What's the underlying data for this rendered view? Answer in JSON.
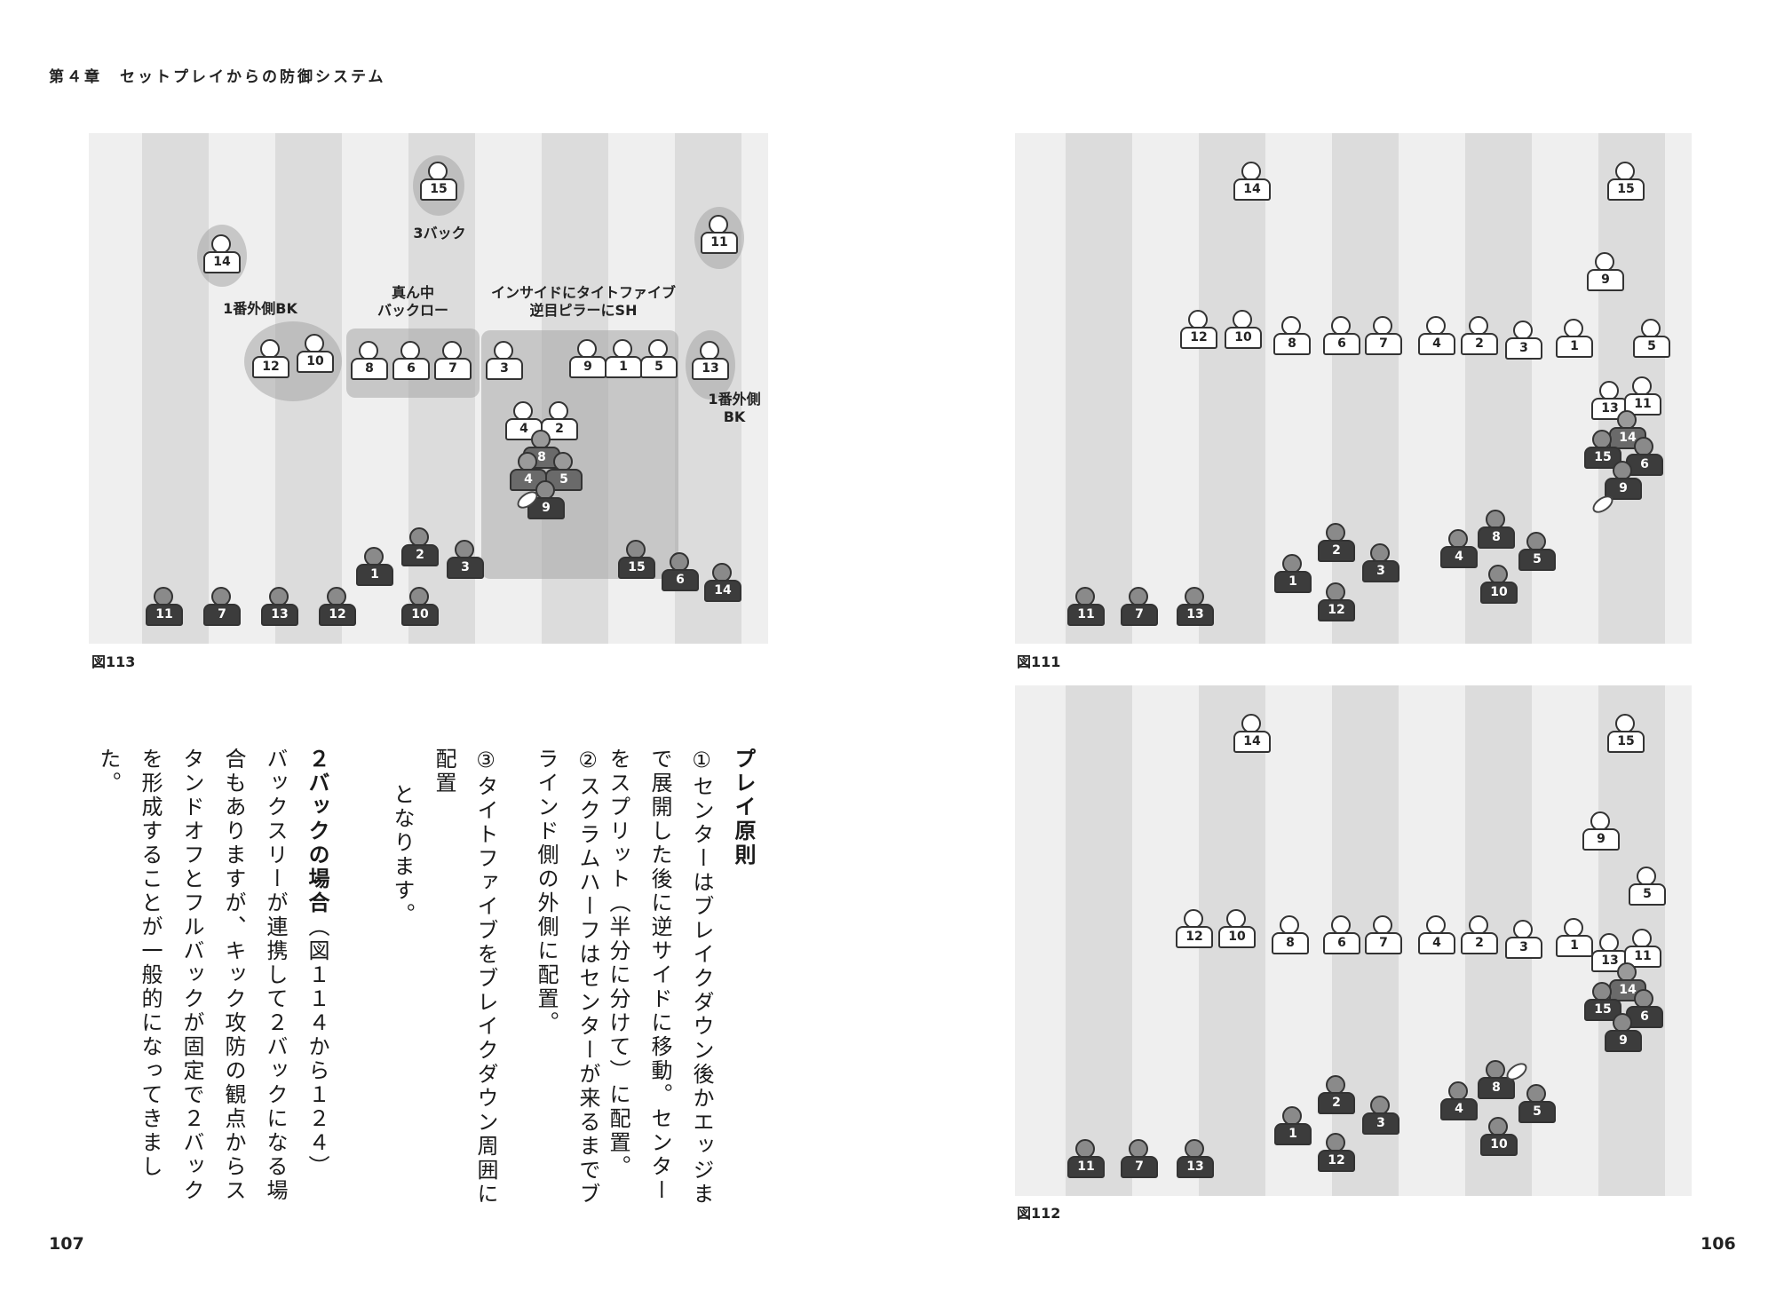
{
  "header": {
    "chapter": "第４章　セットプレイからの防御システム"
  },
  "page_numbers": {
    "left": "107",
    "right": "106"
  },
  "captions": {
    "fig113": "図113",
    "fig111": "図111",
    "fig112": "図112"
  },
  "fig113": {
    "labels": {
      "back3": "3バック",
      "outer_bk_left": "1番外側BK",
      "middle_backrow": "真ん中\nバックロー",
      "inside_tight5": "インサイドにタイトファイブ\n逆目ピラーにSH",
      "outer_bk_right": "1番外側\nBK"
    },
    "defenders": [
      "15",
      "14",
      "11",
      "12",
      "10",
      "8",
      "6",
      "7",
      "3",
      "9",
      "1",
      "5",
      "13",
      "4",
      "2"
    ],
    "attackers": [
      "8",
      "4",
      "5",
      "9",
      "2",
      "1",
      "3",
      "15",
      "6",
      "14",
      "11",
      "7",
      "13",
      "12",
      "10"
    ]
  },
  "fig111": {
    "defenders": [
      "14",
      "15",
      "9",
      "12",
      "10",
      "8",
      "6",
      "7",
      "4",
      "2",
      "3",
      "1",
      "5",
      "13",
      "11"
    ],
    "attackers": [
      "14",
      "15",
      "6",
      "9",
      "1",
      "2",
      "3",
      "4",
      "8",
      "5",
      "10",
      "12",
      "11",
      "7",
      "13"
    ]
  },
  "fig112": {
    "defenders": [
      "14",
      "15",
      "9",
      "5",
      "12",
      "10",
      "8",
      "6",
      "7",
      "4",
      "2",
      "3",
      "1",
      "13",
      "11"
    ],
    "attackers": [
      "14",
      "15",
      "6",
      "9",
      "8",
      "4",
      "5",
      "10",
      "1",
      "2",
      "3",
      "12",
      "11",
      "7",
      "13"
    ]
  },
  "body_text": {
    "heading_play": "プレイ原則",
    "p1": "①センターはブレイクダウン後かエッジまで展開した後に逆サイドに移動。センターをスプリット（半分に分けて）に配置。",
    "p2": "②スクラムハーフはセンターが来るまでブラインド側の外側に配置。",
    "p3": "③タイトファイブをブレイクダウン周囲に配置",
    "p3_end": "となります。",
    "heading_2back": "２バックの場合",
    "ref_2back": "（図１１４から１２４）",
    "p4": "バックスリーが連携して２バックになる場合もありますが、キック攻防の観点からスタンドオフとフルバックが固定で２バックを形成することが一般的になってきました。"
  }
}
